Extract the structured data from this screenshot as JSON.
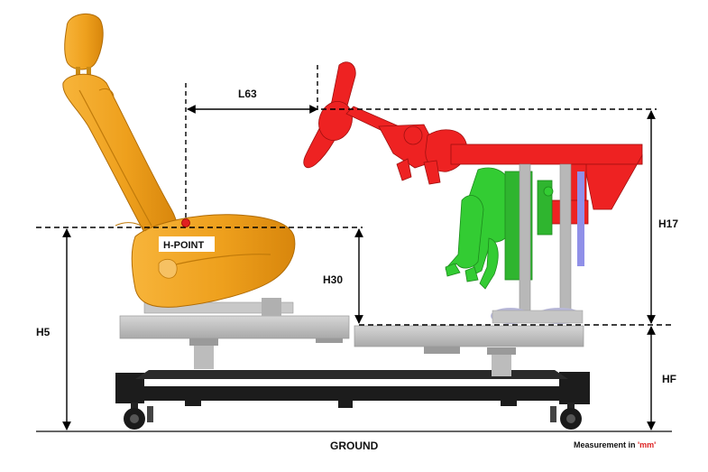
{
  "labels": {
    "l63": "L63",
    "h_point": "H-POINT",
    "h30": "H30",
    "h5": "H5",
    "h17": "H17",
    "hf": "HF",
    "ground": "GROUND"
  },
  "note": {
    "prefix": "Measurement in ",
    "unit": "'mm'"
  },
  "colors": {
    "seat": "#f0a21c",
    "steering": "#ee2222",
    "pedals": "#33cc33",
    "platform": "#c4c4c4",
    "frame": "#1c1c1c",
    "dimension": "#000000",
    "h_point_marker": "#e02020"
  }
}
